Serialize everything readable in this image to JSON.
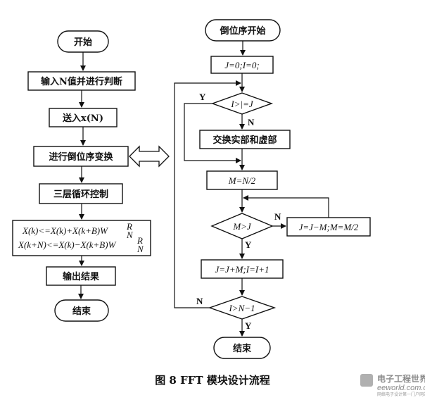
{
  "left_flow": {
    "start": "开始",
    "input_n": "输入N值并进行判断",
    "send_x": "送入x(N)",
    "bit_reverse": "进行倒位序变换",
    "loop_control": "三层循环控制",
    "butterfly_1": "X(k)<=X(k)+X(k+B)W",
    "butterfly_2": "X(k+N)<=X(k)−X(k+B)W",
    "twiddle_sup": "R",
    "twiddle_sub": "N",
    "output": "输出结果",
    "end": "结束"
  },
  "right_flow": {
    "start": "倒位序开始",
    "init": "J=0;I=0;",
    "cond_ij": "I>|=J",
    "swap": "交换实部和虚部",
    "m_assign": "M=N/2",
    "cond_mj": "M>J",
    "update_jm": "J=J−M;M=M/2",
    "update_ji": "J=J+M;I=I+1",
    "cond_in": "I>N−1",
    "end": "结束",
    "yes": "Y",
    "no": "N"
  },
  "caption": "图 8   FFT 模块设计流程",
  "watermark": {
    "brand": "电子工程世界",
    "url": "eeworld.com.cn",
    "tagline": "网络电子设计第一门户网站"
  }
}
